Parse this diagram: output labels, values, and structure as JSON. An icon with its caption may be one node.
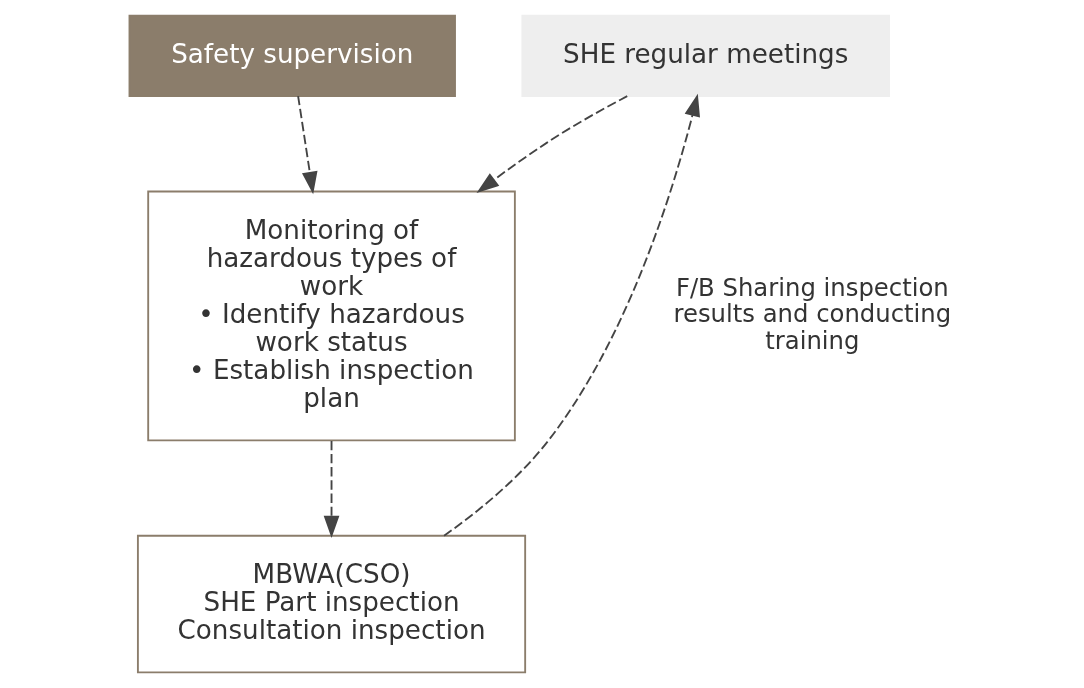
{
  "diagram": {
    "nodes": [
      {
        "text": [
          "Safety supervision"
        ]
      },
      {
        "text": [
          "SHE regular meetings"
        ]
      },
      {
        "text": [
          "Monitoring of hazardous types of work",
          "• Identify hazardous work status",
          "• Establish inspection plan"
        ]
      },
      {
        "text": [
          "MBWA(CSO)",
          "SHE Part inspection",
          "Consultation inspection"
        ]
      }
    ],
    "edges": [
      {
        "from": 0,
        "to": 2,
        "arrow": "to",
        "style": "dashed"
      },
      {
        "from": 1,
        "to": 2,
        "arrow": "to",
        "style": "dashed"
      },
      {
        "from": 2,
        "to": 3,
        "arrow": "to",
        "style": "dashed"
      },
      {
        "from": 3,
        "to": 1,
        "arrow": "to",
        "style": "dashed",
        "label": "F/B Sharing inspection results and conducting training"
      }
    ]
  }
}
